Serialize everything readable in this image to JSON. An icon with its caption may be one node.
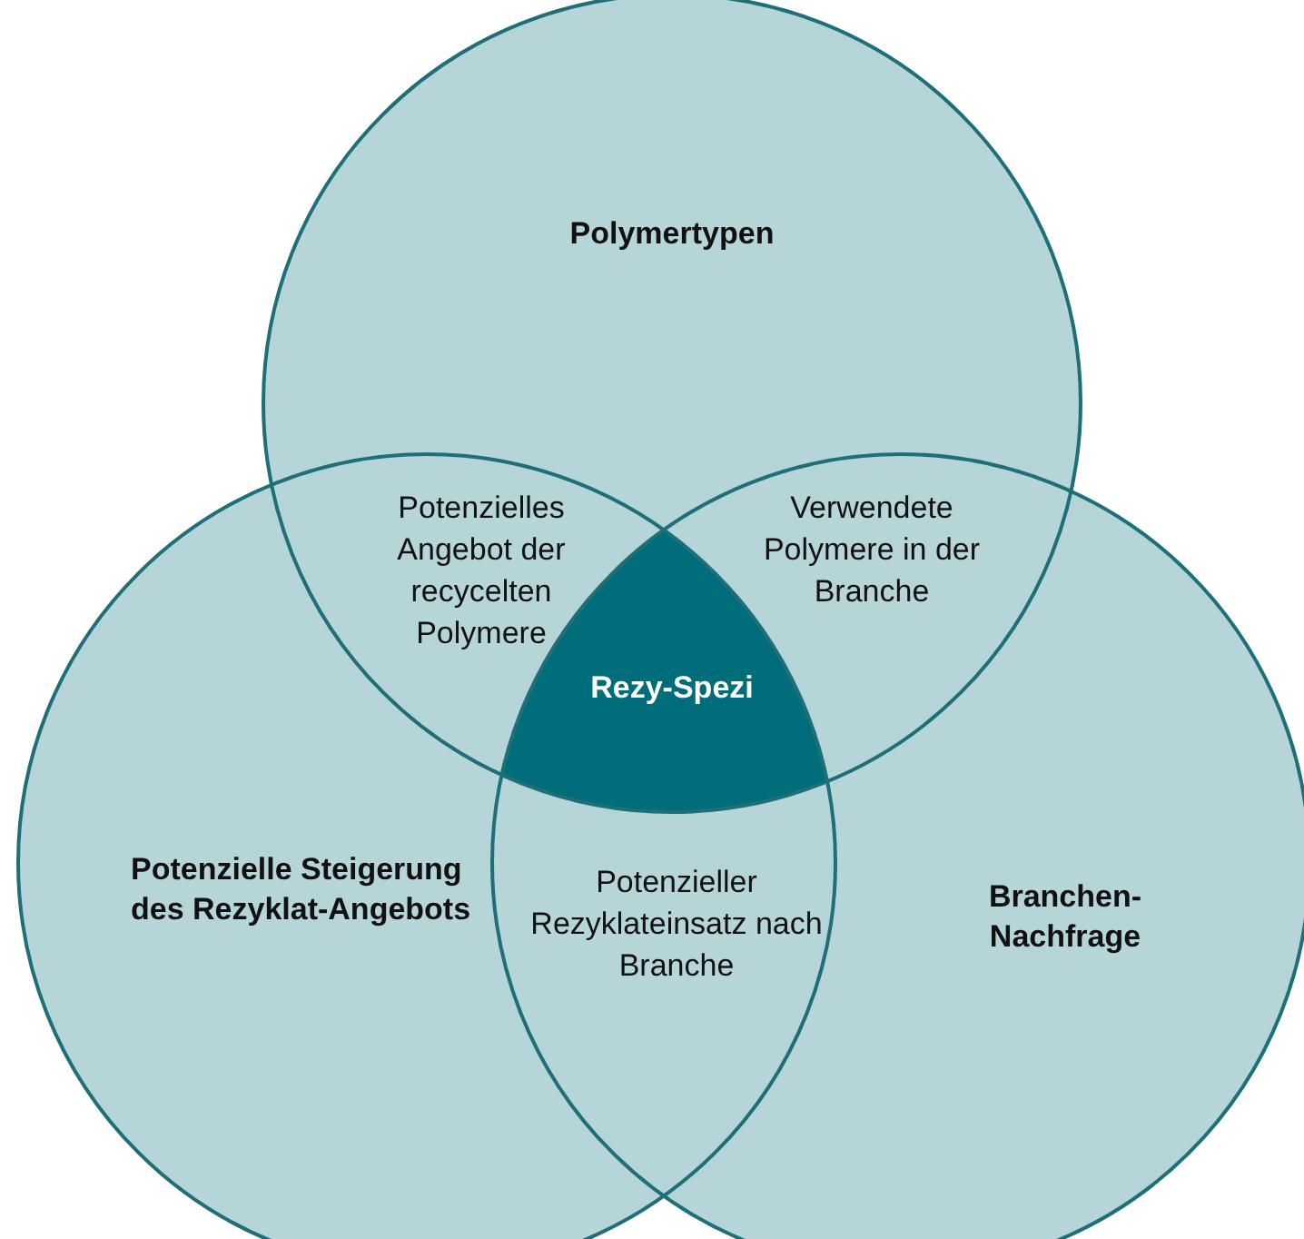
{
  "diagram": {
    "nodes": [
      {
        "text": [
          "Polymertypen"
        ]
      },
      {
        "text": [
          "Potenzielle Steigerung des Rezyklat-Angebots"
        ]
      },
      {
        "text": [
          "Branchen-Nachfrage"
        ]
      },
      {
        "text": [
          "Rezy-Spezi"
        ]
      }
    ],
    "edges": [],
    "labels": [
      "Potenzielles Angebot der recycelten Polymere",
      "Verwendete Polymere in der Branche",
      "Potenzieller Rezyklateinsatz nach Branche"
    ]
  }
}
